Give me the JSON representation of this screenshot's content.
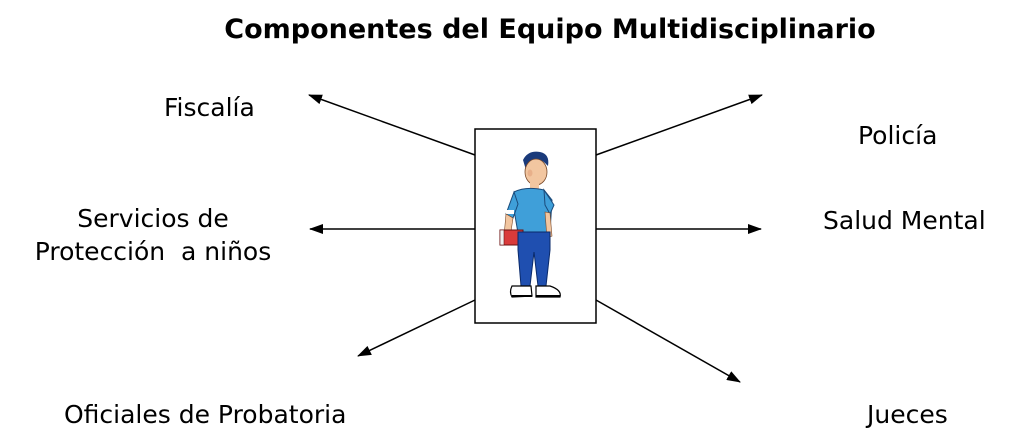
{
  "title": "Componentes del Equipo Multidisciplinario",
  "nodes": {
    "fiscalia": "Fiscalía",
    "policia": "Policía",
    "servicios_line1": "Servicios de",
    "servicios_line2": "Protección  a niños",
    "salud_mental": "Salud Mental",
    "oficiales": "Oficiales de Probatoria",
    "jueces": "Jueces"
  },
  "center_image": "boy-figure",
  "colors": {
    "shirt": "#3f9fd9",
    "pants": "#1f4fb0",
    "hair": "#1a3a7a",
    "skin": "#f2c6a0",
    "book": "#d93b3b"
  }
}
